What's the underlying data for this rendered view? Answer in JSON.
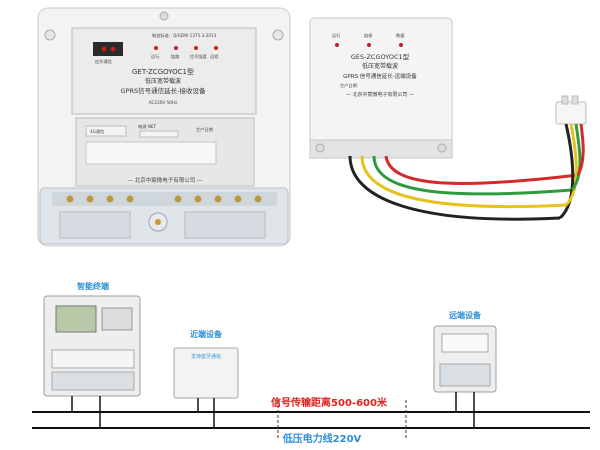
{
  "module_left": {
    "standard_label": "制造标准：Q/GDW 1375.3-2013",
    "indicator_labels": [
      "红外通信",
      "运行",
      "链路",
      "信号强度",
      "远程"
    ],
    "model": "GET-ZCGOYOC1型",
    "line2": "低压宽带载波",
    "line3": "GPRS信号通信延长-接收设备",
    "power": "AC220V 50Hz",
    "comm_label": "4G通信",
    "status_labels": "电源  NET",
    "date_label": "生产日期",
    "company": "— 北京中宸微电子有限公司 —"
  },
  "module_right": {
    "indicator_labels": [
      "运行",
      "链接",
      "数据"
    ],
    "model": "GES-ZCGOYOC1型",
    "line2": "低压宽带载波",
    "line3": "GPRS 信号通信延长-远端设备",
    "date_label": "生产日期:",
    "company": "— 北京中宸微电子有限公司 —"
  },
  "diagram": {
    "smart_terminal_label": "智能终端",
    "near_device_label": "近端设备",
    "near_device_sub": "支持蓝牙通信",
    "far_device_label": "远端设备",
    "distance_label": "信号传输距离500-600米",
    "line_label": "低压电力线220V"
  },
  "colors": {
    "label_blue": "#2f8fd6",
    "distance_red": "#e0231f",
    "wire_red": "#d42a2a",
    "wire_green": "#2e9c3d",
    "wire_yellow": "#e6c21e",
    "wire_black": "#222222"
  }
}
